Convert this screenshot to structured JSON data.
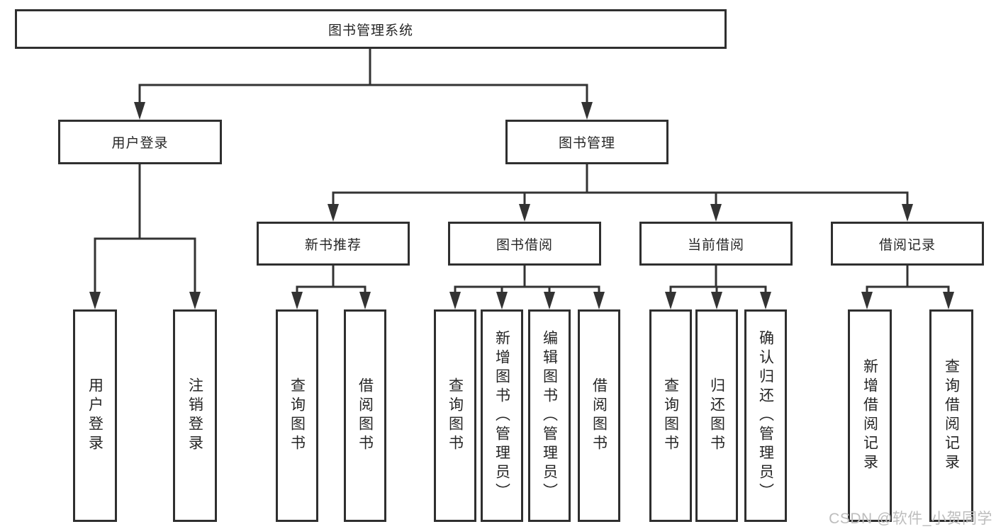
{
  "watermark": {
    "text": "CSDN @软件_小贺同学"
  },
  "colors": {
    "line": "#333333",
    "box_border": "#2f2f2f",
    "text": "#262626",
    "watermark": "#bdbdbd",
    "background": "#ffffff"
  },
  "nodes": {
    "root": {
      "label": "图书管理系统"
    },
    "user_login": {
      "label": "用户登录"
    },
    "book_mgmt": {
      "label": "图书管理"
    },
    "new_book_rec": {
      "label": "新书推荐"
    },
    "book_borrow": {
      "label": "图书借阅"
    },
    "current_borrow": {
      "label": "当前借阅"
    },
    "borrow_record": {
      "label": "借阅记录"
    },
    "leaf_user_login": {
      "label": "用户登录"
    },
    "leaf_logout": {
      "label": "注销登录"
    },
    "leaf_rec_query_books": {
      "label": "查询图书"
    },
    "leaf_rec_borrow_books": {
      "label": "借阅图书"
    },
    "leaf_bb_query_books": {
      "label": "查询图书"
    },
    "leaf_bb_add_books": {
      "label": "新增图书（管理员）"
    },
    "leaf_bb_edit_books": {
      "label": "编辑图书（管理员）"
    },
    "leaf_bb_borrow_books": {
      "label": "借阅图书"
    },
    "leaf_cb_query_books": {
      "label": "查询图书"
    },
    "leaf_cb_return_books": {
      "label": "归还图书"
    },
    "leaf_cb_confirm_return": {
      "label": "确认归还（管理员）"
    },
    "leaf_br_add_record": {
      "label": "新增借阅记录"
    },
    "leaf_br_query_record": {
      "label": "查询借阅记录"
    }
  }
}
